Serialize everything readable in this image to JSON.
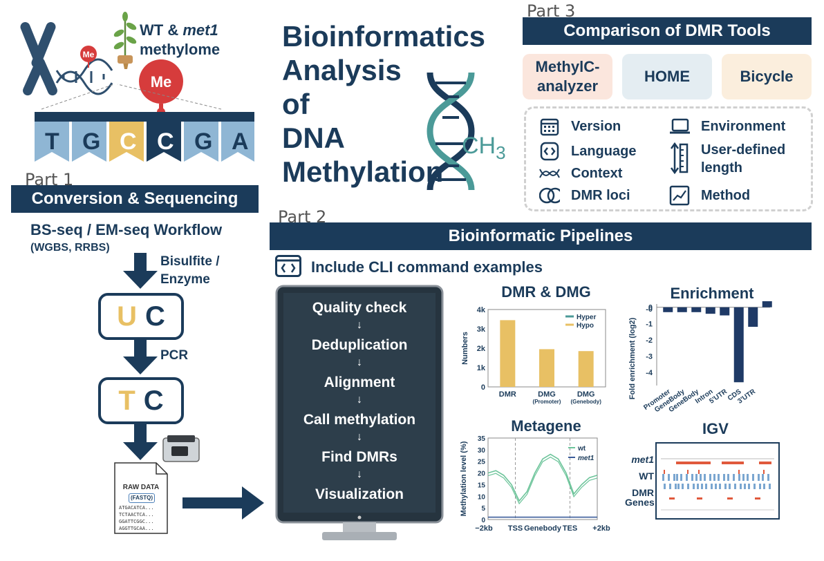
{
  "title_lines": [
    "Bioinformatics",
    "Analysis",
    "of",
    "DNA",
    "Methylation"
  ],
  "ch3": "CH",
  "ch3_sub": "3",
  "top_left": {
    "label_wt": "WT & ",
    "label_met1": "met1",
    "label_methylome": "methylome",
    "me_small": "Me",
    "me_big": "Me",
    "bases": [
      "T",
      "G",
      "C",
      "C",
      "G",
      "A"
    ]
  },
  "part1": {
    "label": "Part 1",
    "bar": "Conversion & Sequencing",
    "workflow": "BS-seq / EM-seq Workflow",
    "workflow_sub": "(WGBS, RRBS)",
    "step1": "Bisulfite /",
    "step1b": "Enzyme",
    "box1": [
      "U",
      "C"
    ],
    "step2": "PCR",
    "box2": [
      "T",
      "C"
    ],
    "raw_title": "RAW DATA",
    "raw_badge": "(FASTQ)",
    "raw_lines": [
      "ATGACATCA...",
      "TCTAACTCA...",
      "GGATTCGGC...",
      "AGGTTGCAA..."
    ]
  },
  "part2": {
    "label": "Part 2",
    "bar": "Bioinformatic Pipelines",
    "cli": "Include CLI command examples",
    "steps": [
      "Quality check",
      "Deduplication",
      "Alignment",
      "Call methylation",
      "Find DMRs",
      "Visualization"
    ],
    "arrow": "↓"
  },
  "part3": {
    "label": "Part 3",
    "bar": "Comparison of DMR Tools",
    "tools": [
      "MethylC-",
      "analyzer",
      "HOME",
      "Bicycle"
    ],
    "features_left": [
      "Version",
      "Language",
      "Context",
      "DMR loci"
    ],
    "features_right": [
      "Environment",
      "User-defined",
      "length",
      "Method"
    ]
  },
  "colors": {
    "navy": "#1b3b5a",
    "gold": "#e8c064",
    "teal": "#4b9a98",
    "red": "#d63c3c",
    "light_blue": "#8fb6d4",
    "bar_blue": "#1f3a66"
  },
  "chart_data": [
    {
      "type": "bar",
      "title": "DMR & DMG",
      "ylabel": "Numbers",
      "categories": [
        "DMR",
        "DMG",
        "DMG"
      ],
      "category_sublabels": [
        "",
        "(Promoter)",
        "(Genebody)"
      ],
      "series": [
        {
          "name": "Hypo",
          "values": [
            3450,
            1950,
            1850
          ]
        },
        {
          "name": "Hyper",
          "values": [
            0,
            0,
            0
          ]
        }
      ],
      "ylim": [
        0,
        4000
      ],
      "yticks": [
        "0",
        "1k",
        "2k",
        "3k",
        "4k"
      ],
      "legend": "top-right"
    },
    {
      "type": "bar",
      "title": "Enrichment",
      "ylabel": "Fold enrichment (log2)",
      "categories": [
        "Promoter",
        "GeneBody",
        "GeneBody",
        "Intron",
        "5'UTR",
        "CDS",
        "3'UTR"
      ],
      "values": [
        -0.3,
        -0.3,
        -0.3,
        -0.4,
        -0.5,
        -4.6,
        -1.2,
        0.5
      ],
      "ylim": [
        -4.8,
        0.2
      ],
      "yticks": [
        "0",
        "-0",
        "-1",
        "-2",
        "-3",
        "-4"
      ]
    },
    {
      "type": "line",
      "title": "Metagene",
      "ylabel": "Methylation level (%)",
      "xticks": [
        "−2kb",
        "TSS",
        "Genebody",
        "TES",
        "+2kb"
      ],
      "yticks": [
        "0",
        "5",
        "10",
        "15",
        "20",
        "25",
        "30",
        "35"
      ],
      "ylim": [
        0,
        35
      ],
      "series": [
        {
          "name": "wt",
          "values": [
            20,
            21,
            19,
            15,
            8,
            12,
            20,
            26,
            28,
            26,
            20,
            11,
            15,
            18,
            19
          ]
        },
        {
          "name": "met1",
          "values": [
            1,
            1,
            1,
            1,
            1,
            1,
            1,
            1,
            1,
            1,
            1,
            1,
            1,
            1,
            1
          ]
        }
      ],
      "legend": "top-right"
    }
  ],
  "igv": {
    "title": "IGV",
    "labels": [
      "met1",
      "WT",
      "DMR",
      "Genes"
    ]
  }
}
